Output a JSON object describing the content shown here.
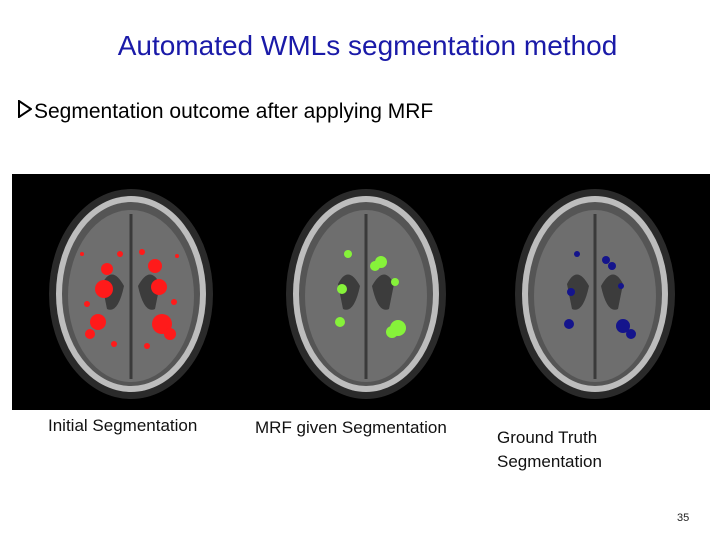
{
  "slide": {
    "title": "Automated WMLs segmentation method",
    "bullet": "Segmentation outcome after applying MRF",
    "page_number": "35"
  },
  "panels": [
    {
      "caption": "Initial Segmentation",
      "overlay_color": "#ff1a1a"
    },
    {
      "caption": "MRF given Segmentation",
      "overlay_color": "#86f23a"
    },
    {
      "caption_lines": [
        "Ground Truth",
        "Segmentation"
      ],
      "overlay_color": "#14148c"
    }
  ],
  "colors": {
    "title": "#1a1aa8"
  }
}
